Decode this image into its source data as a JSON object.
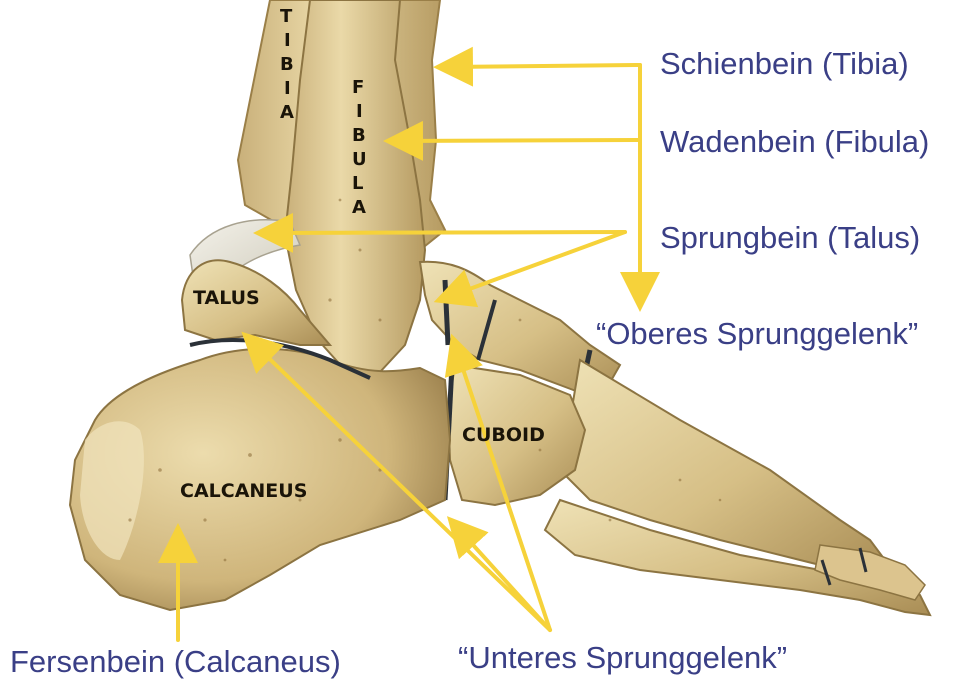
{
  "labels": {
    "tibia": "Schienbein (Tibia)",
    "fibula": "Wadenbein (Fibula)",
    "talus": "Sprungbein (Talus)",
    "upper_joint": "“Oberes Sprunggelenk”",
    "calcaneus": "Fersenbein (Calcaneus)",
    "lower_joint": "“Unteres Sprunggelenk”"
  },
  "bone_labels": {
    "talus": "TALUS",
    "calcaneus": "CALCANEUS",
    "cuboid": "CUBOID",
    "tibia_vertical": [
      "T",
      "I",
      "B",
      "I",
      "A"
    ],
    "fibula_vertical": [
      "F",
      "I",
      "B",
      "U",
      "L",
      "A"
    ]
  },
  "colors": {
    "label_text": "#3a3f86",
    "arrow": "#f6d23a",
    "bone_light": "#e9d9a6",
    "bone_mid": "#cdb478",
    "bone_dark": "#9a7f48",
    "joint_gap": "#2b3138"
  }
}
